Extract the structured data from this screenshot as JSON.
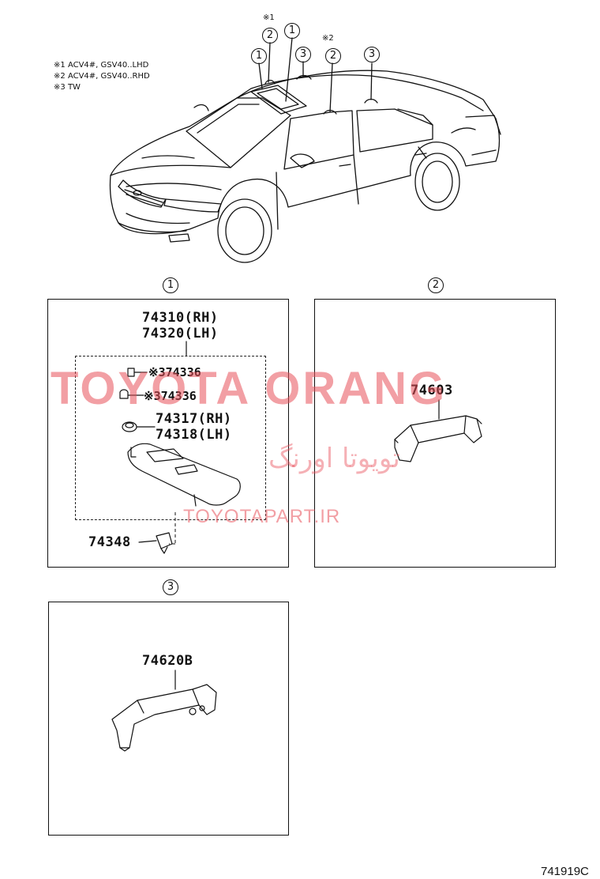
{
  "legend": [
    {
      "mark": "※1",
      "text": "ACV4#, GSV40..LHD"
    },
    {
      "mark": "※2",
      "text": "ACV4#, GSV40..RHD"
    },
    {
      "mark": "※3",
      "text": "TW"
    }
  ],
  "car_callouts": {
    "note1": "※1",
    "note2": "※2",
    "c1a": "1",
    "c2a": "2",
    "c1b": "1",
    "c3a": "3",
    "c2b": "2",
    "c3b": "3"
  },
  "sections": {
    "s1": {
      "number": "1",
      "visor_rh": "74310(RH)",
      "visor_lh": "74320(LH)",
      "screw_a_mark": "※3",
      "screw_a": "74336",
      "screw_b_mark": "※3",
      "screw_b": "74336",
      "holder_rh": "74317(RH)",
      "holder_lh": "74318(LH)",
      "clip": "74348"
    },
    "s2": {
      "number": "2",
      "grip": "74603"
    },
    "s3": {
      "number": "3",
      "grip": "74620B"
    }
  },
  "watermark": {
    "brand": "TOYOTA ORANG",
    "persian": "تویوتا اورنگ",
    "url": "TOYOTAPART.IR"
  },
  "diagram_number": "741919C"
}
